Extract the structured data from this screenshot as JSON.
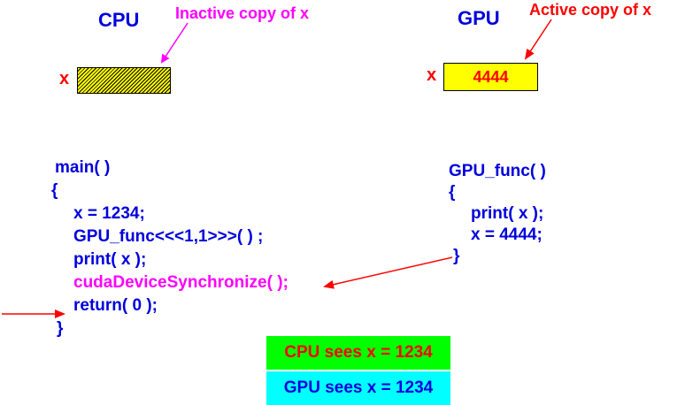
{
  "cpu": {
    "title": "CPU",
    "annotation": "Inactive copy of x",
    "var_label": "x",
    "box_value": ""
  },
  "gpu": {
    "title": "GPU",
    "annotation": "Active copy of x",
    "var_label": "x",
    "box_value": "4444"
  },
  "main_code": [
    "main( )",
    "{",
    "x = 1234;",
    "GPU_func<<<1,1>>>( ) ;",
    "print( x );",
    "cudaDeviceSynchronize( );",
    "return( 0 );",
    "}"
  ],
  "gpu_code": [
    "GPU_func(  )",
    "{",
    "print( x );",
    "x = 4444;",
    "}"
  ],
  "status": {
    "cpu_sees": "CPU sees x = 1234",
    "gpu_sees": "GPU sees x = 1234"
  },
  "colors": {
    "code_blue": "#0000dd",
    "magenta": "#ff00ff",
    "red": "#ff0000",
    "yellow": "#ffff00",
    "green": "#00ff00",
    "cyan": "#00ffff"
  }
}
